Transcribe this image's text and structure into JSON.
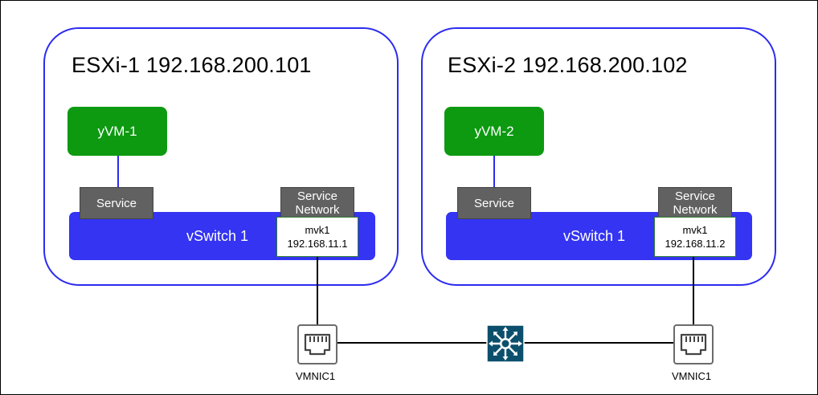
{
  "colors": {
    "host_border": "#2b2bf0",
    "vm_fill": "#0d9a11",
    "portgroup_fill": "#616161",
    "vswitch_fill": "#3434f2",
    "vmk_border": "#2e7d32",
    "switch_fill": "#0b4f6c"
  },
  "hosts": [
    {
      "title": "ESXi-1 192.168.200.101",
      "vm": {
        "label": "yVM-1"
      },
      "service_portgroup": {
        "label": "Service"
      },
      "service_network_portgroup": {
        "line1": "Service",
        "line2": "Network"
      },
      "vswitch": {
        "label": "vSwitch 1"
      },
      "vmkernel": {
        "name": "mvk1",
        "ip": "192.168.11.1"
      },
      "uplink": {
        "label": "VMNIC1",
        "icon": "ethernet-port-icon"
      }
    },
    {
      "title": "ESXi-2 192.168.200.102",
      "vm": {
        "label": "yVM-2"
      },
      "service_portgroup": {
        "label": "Service"
      },
      "service_network_portgroup": {
        "line1": "Service",
        "line2": "Network"
      },
      "vswitch": {
        "label": "vSwitch 1"
      },
      "vmkernel": {
        "name": "mvk1",
        "ip": "192.168.11.2"
      },
      "uplink": {
        "label": "VMNIC1",
        "icon": "ethernet-port-icon"
      }
    }
  ],
  "physical_switch": {
    "icon": "network-switch-icon"
  }
}
